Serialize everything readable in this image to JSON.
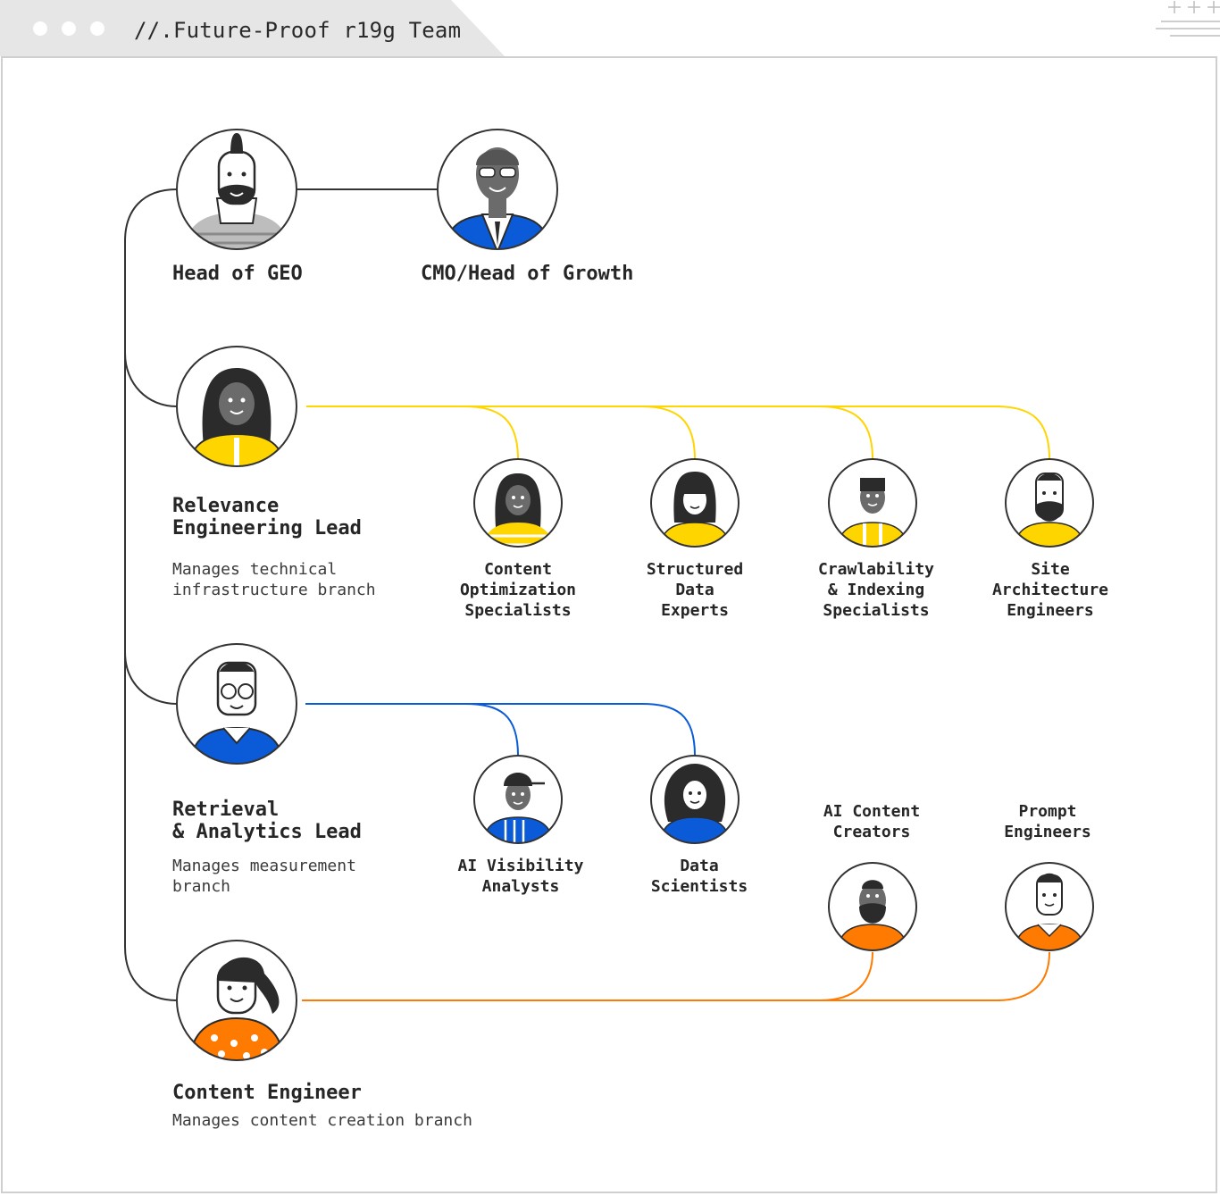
{
  "window": {
    "title": "//.Future-Proof r19g Team"
  },
  "colors": {
    "yellow": "#FFD500",
    "blue": "#0B5BD8",
    "orange": "#FF7A00",
    "dark": "#2b2b2b",
    "gray": "#6b6b6b",
    "line": "#333333"
  },
  "top": {
    "head_of_geo": "Head of GEO",
    "cmo": "CMO/Head of Growth"
  },
  "leads": [
    {
      "title": "Relevance\nEngineering Lead",
      "desc": "Manages technical\ninfrastructure branch",
      "avatar": "woman-long-hair-avatar",
      "color": "yellow"
    },
    {
      "title": "Retrieval\n& Analytics Lead",
      "desc": "Manages measurement\nbranch",
      "avatar": "man-glasses-avatar",
      "color": "blue"
    },
    {
      "title": "Content Engineer",
      "desc": "Manages content creation branch",
      "avatar": "woman-ponytail-avatar",
      "color": "orange"
    }
  ],
  "relevance_team": [
    {
      "label": "Content\nOptimization\nSpecialists"
    },
    {
      "label": "Structured\nData\nExperts"
    },
    {
      "label": "Crawlability\n& Indexing\nSpecialists"
    },
    {
      "label": "Site\nArchitecture\nEngineers"
    }
  ],
  "retrieval_team": [
    {
      "label": "AI Visibility\nAnalysts"
    },
    {
      "label": "Data\nScientists"
    }
  ],
  "content_team": [
    {
      "label": "AI Content\nCreators"
    },
    {
      "label": "Prompt\nEngineers"
    }
  ]
}
